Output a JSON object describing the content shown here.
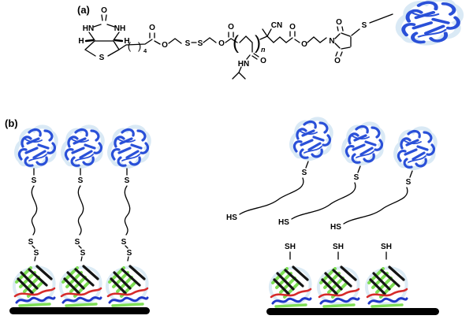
{
  "figure": {
    "panel_a_label": "(a)",
    "panel_b_label": "(b)"
  },
  "molecule": {
    "o_ureido": "O",
    "hn_ureido": "HN",
    "nh_ureido": "NH",
    "h_left": "H",
    "h_right": "H",
    "s_thiolane": "S",
    "chain4_open": "(",
    "chain4_close": ")",
    "chain4_sub": "4",
    "o_carbonyl_biotin": "O",
    "o_ester_left": "O",
    "s_disulfide_1": "S",
    "s_disulfide_2": "S",
    "o_ester_right": "O",
    "o_carbonyl_polymer": "O",
    "poly_open": "(",
    "poly_close": ")",
    "poly_sub_n": "n",
    "nitrile": "CN",
    "o_amide": "O",
    "hn_amide": "HN",
    "o_carbonyl_end": "O",
    "o_ester_end": "O",
    "n_imide": "N",
    "o_imide_top": "O",
    "o_imide_bottom": "O",
    "s_thioether": "S"
  },
  "panel_b": {
    "left": [
      {
        "s": "S",
        "ss1": "S",
        "ss2": "S"
      },
      {
        "s": "S",
        "ss1": "S",
        "ss2": "S"
      },
      {
        "s": "S",
        "ss1": "S",
        "ss2": "S"
      }
    ],
    "right": [
      {
        "s": "S",
        "hs": "HS"
      },
      {
        "s": "S",
        "hs": "HS"
      },
      {
        "s": "S",
        "hs": "HS"
      }
    ],
    "surface_right": [
      {
        "sh": "SH"
      },
      {
        "sh": "SH"
      },
      {
        "sh": "SH"
      }
    ]
  },
  "colors": {
    "bond": "#000000",
    "protein_blue": "#2a50d8",
    "protein_blue_light": "#b9d7ec",
    "sheet_green": "#7ede55",
    "strand_black": "#141414",
    "strand_red": "#d62b2b",
    "strand_blue": "#2038c8",
    "bar_black": "#000000"
  }
}
